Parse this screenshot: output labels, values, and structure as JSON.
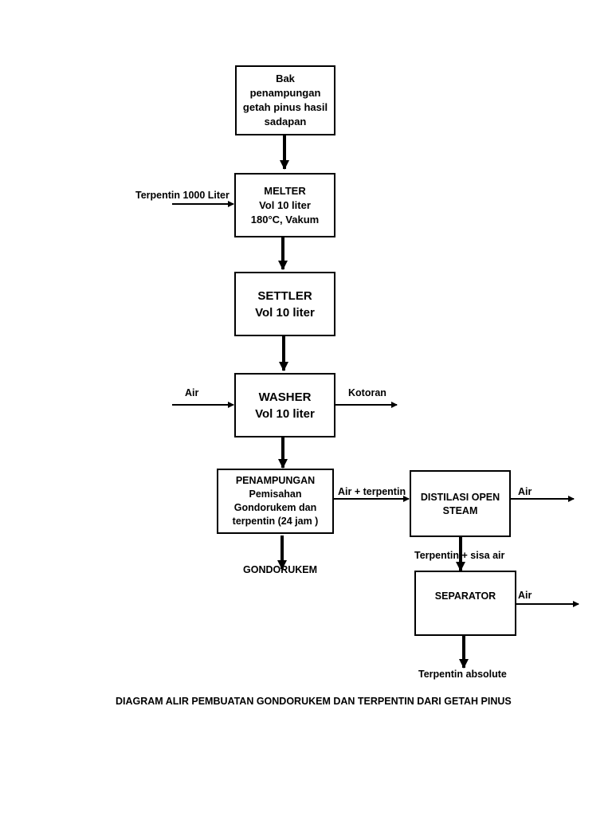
{
  "nodes": {
    "bak": {
      "lines": [
        "Bak",
        "penampungan",
        "getah pinus hasil",
        "sadapan"
      ]
    },
    "melter": {
      "lines": [
        "MELTER",
        "Vol 10 liter",
        "180°C, Vakum"
      ]
    },
    "settler": {
      "lines": [
        "SETTLER",
        "Vol 10 liter"
      ]
    },
    "washer": {
      "lines": [
        "WASHER",
        "Vol 10 liter"
      ]
    },
    "penampungan": {
      "lines": [
        "PENAMPUNGAN",
        "Pemisahan",
        "Gondorukem dan",
        "terpentin (24 jam )"
      ]
    },
    "distilasi": {
      "lines": [
        "DISTILASI OPEN",
        "STEAM"
      ]
    },
    "separator": {
      "lines": [
        "SEPARATOR"
      ]
    }
  },
  "labels": {
    "terpentin_in": "Terpentin 1000 Liter",
    "air_in": "Air",
    "kotoran": "Kotoran",
    "air_terpentin": "Air + terpentin",
    "air_out_1": "Air",
    "gondorukem": "GONDORUKEM",
    "terpentin_sisa_air": "Terpentin + sisa air",
    "air_out_2": "Air",
    "terpentin_absolute": "Terpentin absolute"
  },
  "caption": "DIAGRAM ALIR PEMBUATAN GONDORUKEM DAN TERPENTIN DARI GETAH PINUS"
}
